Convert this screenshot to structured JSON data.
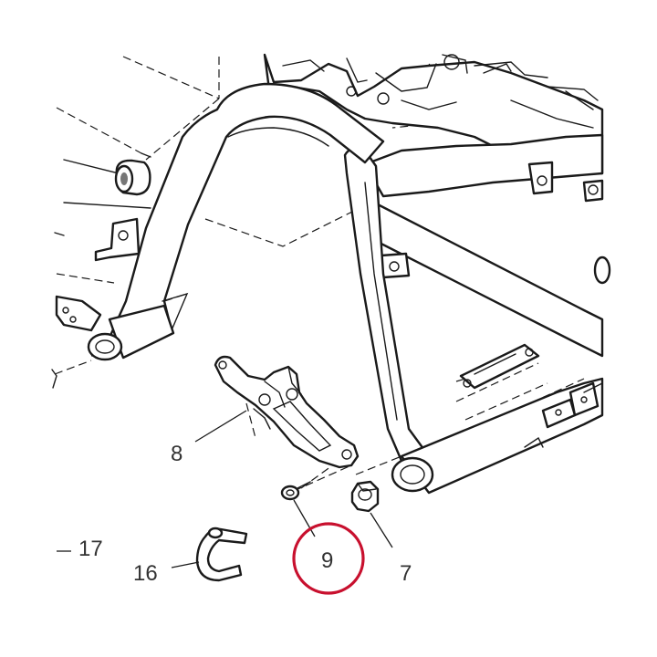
{
  "diagram": {
    "callouts": [
      {
        "id": "8",
        "text": "8"
      },
      {
        "id": "9",
        "text": "9"
      },
      {
        "id": "7",
        "text": "7"
      },
      {
        "id": "16",
        "text": "16"
      },
      {
        "id": "17",
        "text": "17"
      }
    ],
    "highlight": {
      "callout": "9",
      "color": "#c8102e"
    },
    "line_color": "#1a1a1a",
    "label_color": "#333333"
  }
}
